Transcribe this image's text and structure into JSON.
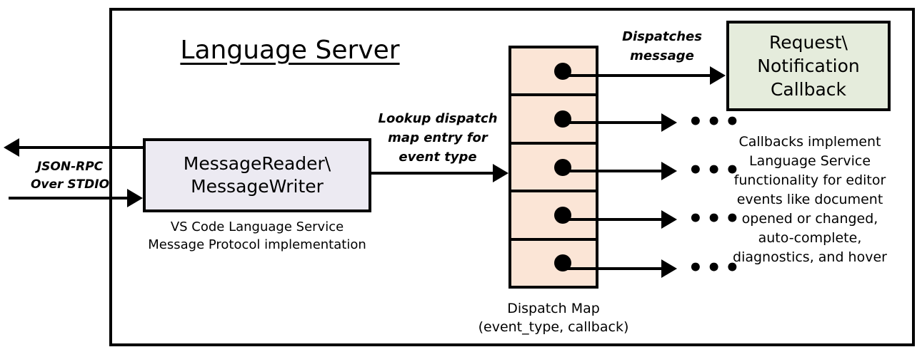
{
  "diagram": {
    "title": "Language Server",
    "frame_name": "language-server-boundary"
  },
  "external_io": {
    "label_line1": "JSON-RPC",
    "label_line2": "Over STDIO",
    "outbound_arrow": "response-out-arrow",
    "inbound_arrow": "request-in-arrow"
  },
  "reader": {
    "line1": "MessageReader\\",
    "line2": "MessageWriter",
    "caption_line1": "VS Code Language Service",
    "caption_line2": "Message Protocol implementation",
    "fill": "#ECEAF2"
  },
  "lookup": {
    "line1": "Lookup dispatch",
    "line2": "map entry for",
    "line3": "event type"
  },
  "dispatch_map": {
    "caption_line1": "Dispatch Map",
    "caption_line2": "(event_type, callback)",
    "fill": "#FBE5D6",
    "rows": [
      {
        "id": "row-1"
      },
      {
        "id": "row-2"
      },
      {
        "id": "row-3"
      },
      {
        "id": "row-4"
      },
      {
        "id": "row-5"
      }
    ]
  },
  "dispatches": {
    "line1": "Dispatches",
    "line2": "message"
  },
  "callback": {
    "line1": "Request\\",
    "line2": "Notification",
    "line3": "Callback",
    "fill": "#E5ECDC",
    "caption_line1": "Callbacks implement",
    "caption_line2": "Language Service",
    "caption_line3": "functionality for editor",
    "caption_line4": "events like document",
    "caption_line5": "opened or changed,",
    "caption_line6": "auto-complete,",
    "caption_line7": "diagnostics, and hover"
  },
  "ellipses": {
    "glyph": "•••",
    "items": [
      {
        "label": "•••"
      },
      {
        "label": "•••"
      },
      {
        "label": "•••"
      },
      {
        "label": "•••"
      }
    ]
  },
  "colors": {
    "stroke": "#000000",
    "background": "#FFFFFF"
  }
}
